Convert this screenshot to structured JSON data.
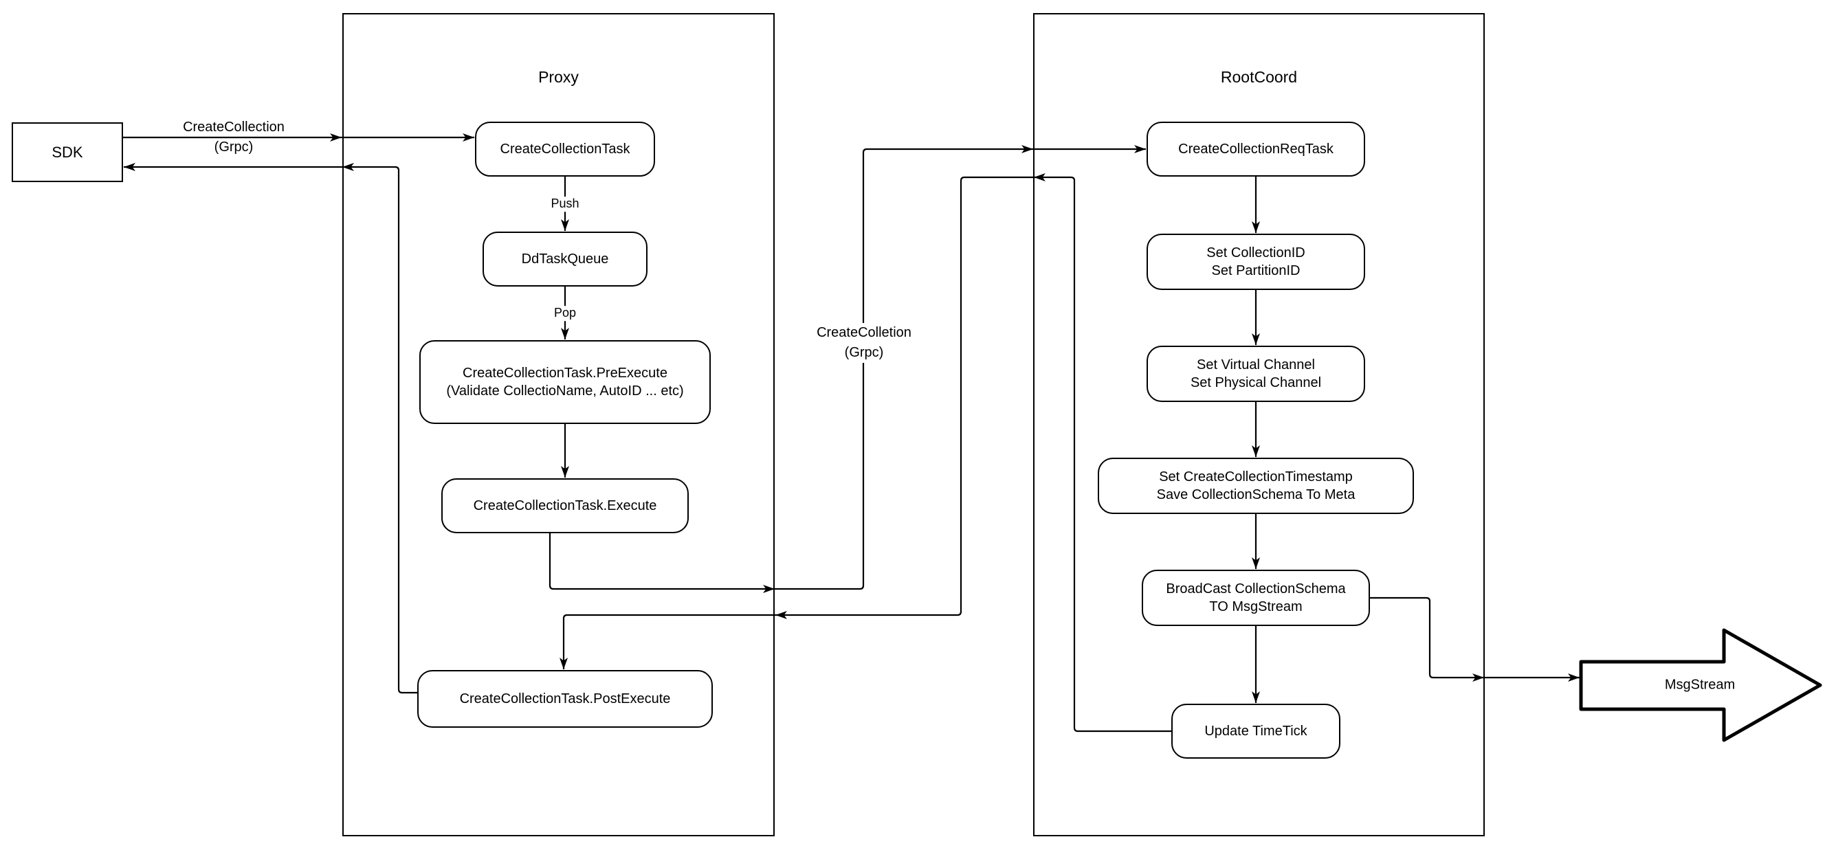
{
  "diagram": {
    "colors": {
      "stroke": "#000000",
      "background": "#ffffff"
    },
    "containers": {
      "proxy": {
        "title": "Proxy"
      },
      "rootcoord": {
        "title": "RootCoord"
      }
    },
    "nodes": {
      "sdk": {
        "label": "SDK"
      },
      "create_collection_task": {
        "label": "CreateCollectionTask"
      },
      "dd_task_queue": {
        "label": "DdTaskQueue"
      },
      "pre_execute": {
        "label": "CreateCollectionTask.PreExecute\n(Validate CollectioName, AutoID ... etc)"
      },
      "execute": {
        "label": "CreateCollectionTask.Execute"
      },
      "post_execute": {
        "label": "CreateCollectionTask.PostExecute"
      },
      "create_collection_req_task": {
        "label": "CreateCollectionReqTask"
      },
      "set_ids": {
        "label": "Set CollectionID\nSet PartitionID"
      },
      "set_channels": {
        "label": "Set Virtual Channel\nSet Physical Channel"
      },
      "set_timestamp": {
        "label": "Set CreateCollectionTimestamp\nSave CollectionSchema To Meta"
      },
      "broadcast": {
        "label": "BroadCast CollectionSchema\nTO MsgStream"
      },
      "update_timetick": {
        "label": "Update TimeTick"
      },
      "msgstream": {
        "label": "MsgStream"
      }
    },
    "edge_labels": {
      "sdk_grpc_call": {
        "label": "CreateCollection\n(Grpc)"
      },
      "proxy_grpc_call": {
        "label": "CreateColletion\n(Grpc)"
      },
      "push": {
        "label": "Push"
      },
      "pop": {
        "label": "Pop"
      }
    }
  }
}
